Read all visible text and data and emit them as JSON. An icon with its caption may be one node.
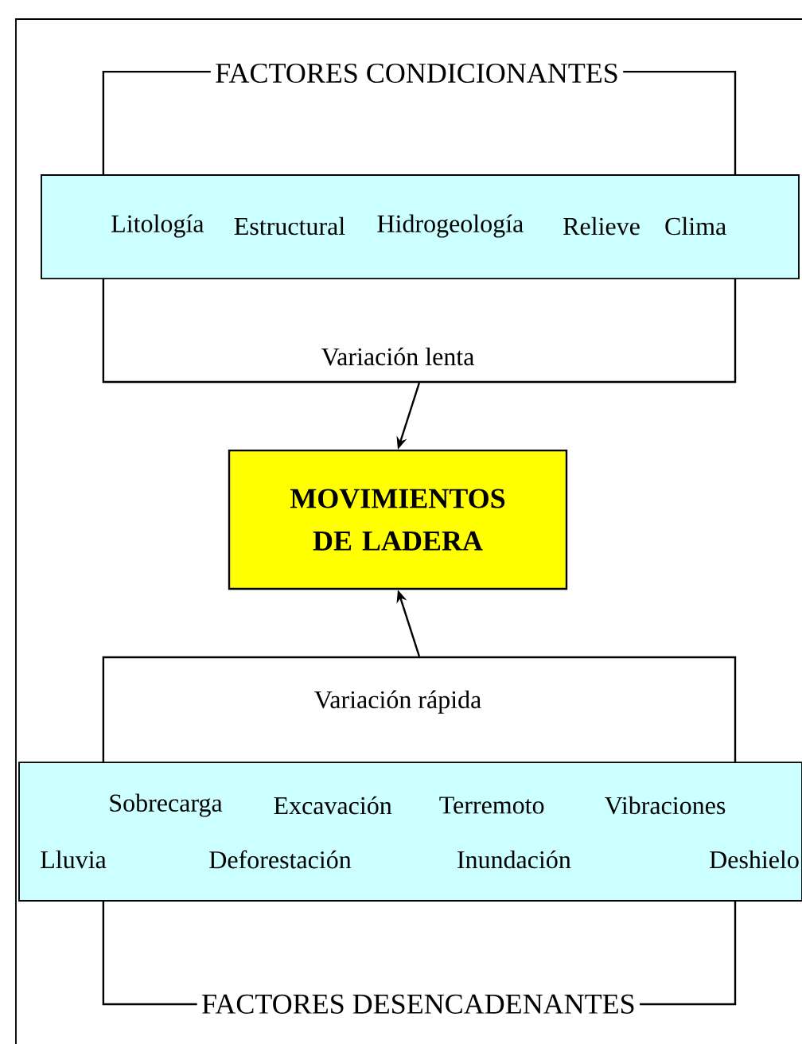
{
  "diagram": {
    "nodes": [
      {
        "text": [
          "FACTORES CONDICIONANTES",
          "Variación lenta"
        ]
      },
      {
        "text": [
          "Litología",
          "Estructural",
          "Hidrogeología",
          "Relieve",
          "Clima"
        ]
      },
      {
        "text": [
          "MOVIMIENTOS DE LADERA"
        ]
      },
      {
        "text": [
          "Variación rápida",
          "FACTORES DESENCADENANTES"
        ]
      },
      {
        "text": [
          "Sobrecarga",
          "Excavación",
          "Terremoto",
          "Vibraciones",
          "Lluvia",
          "Deforestación",
          "Inundación",
          "Deshielo"
        ]
      }
    ],
    "edges": [
      {
        "from": 0,
        "to": 2,
        "arrow": "to"
      },
      {
        "from": 3,
        "to": 2,
        "arrow": "to"
      }
    ]
  }
}
